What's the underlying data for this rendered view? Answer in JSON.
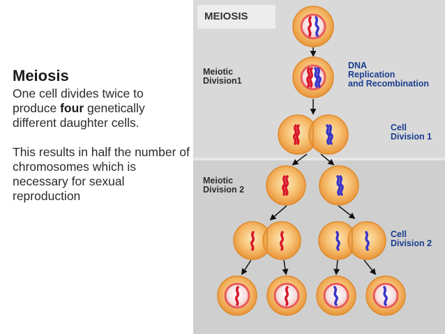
{
  "text_panel": {
    "title": "Meiosis",
    "para1_before": "One cell divides twice to produce ",
    "para1_bold": "four",
    "para1_after": " genetically different daughter cells.",
    "para2": "This results in half the number of chromosomes which is necessary for sexual reproduction"
  },
  "diagram": {
    "title": "MEIOSIS",
    "label_meiotic_division1": "Meiotic\nDivision1",
    "label_meiotic_division2": "Meiotic\nDivision 2",
    "label_dna_replication": "DNA\nReplication\nand Recombination",
    "label_cell_division1": "Cell\nDivision 1",
    "label_cell_division2": "Cell\nDivision 2",
    "colors": {
      "panel_bg": "#d9d9d9",
      "cell_fill": "#f5b55c",
      "cell_edge": "#e08a2a",
      "nucleus_ring": "#e85a5a",
      "red_chromosome": "#d8162a",
      "blue_chromosome": "#3a34c8",
      "label_blue": "#1a3d8f"
    }
  }
}
